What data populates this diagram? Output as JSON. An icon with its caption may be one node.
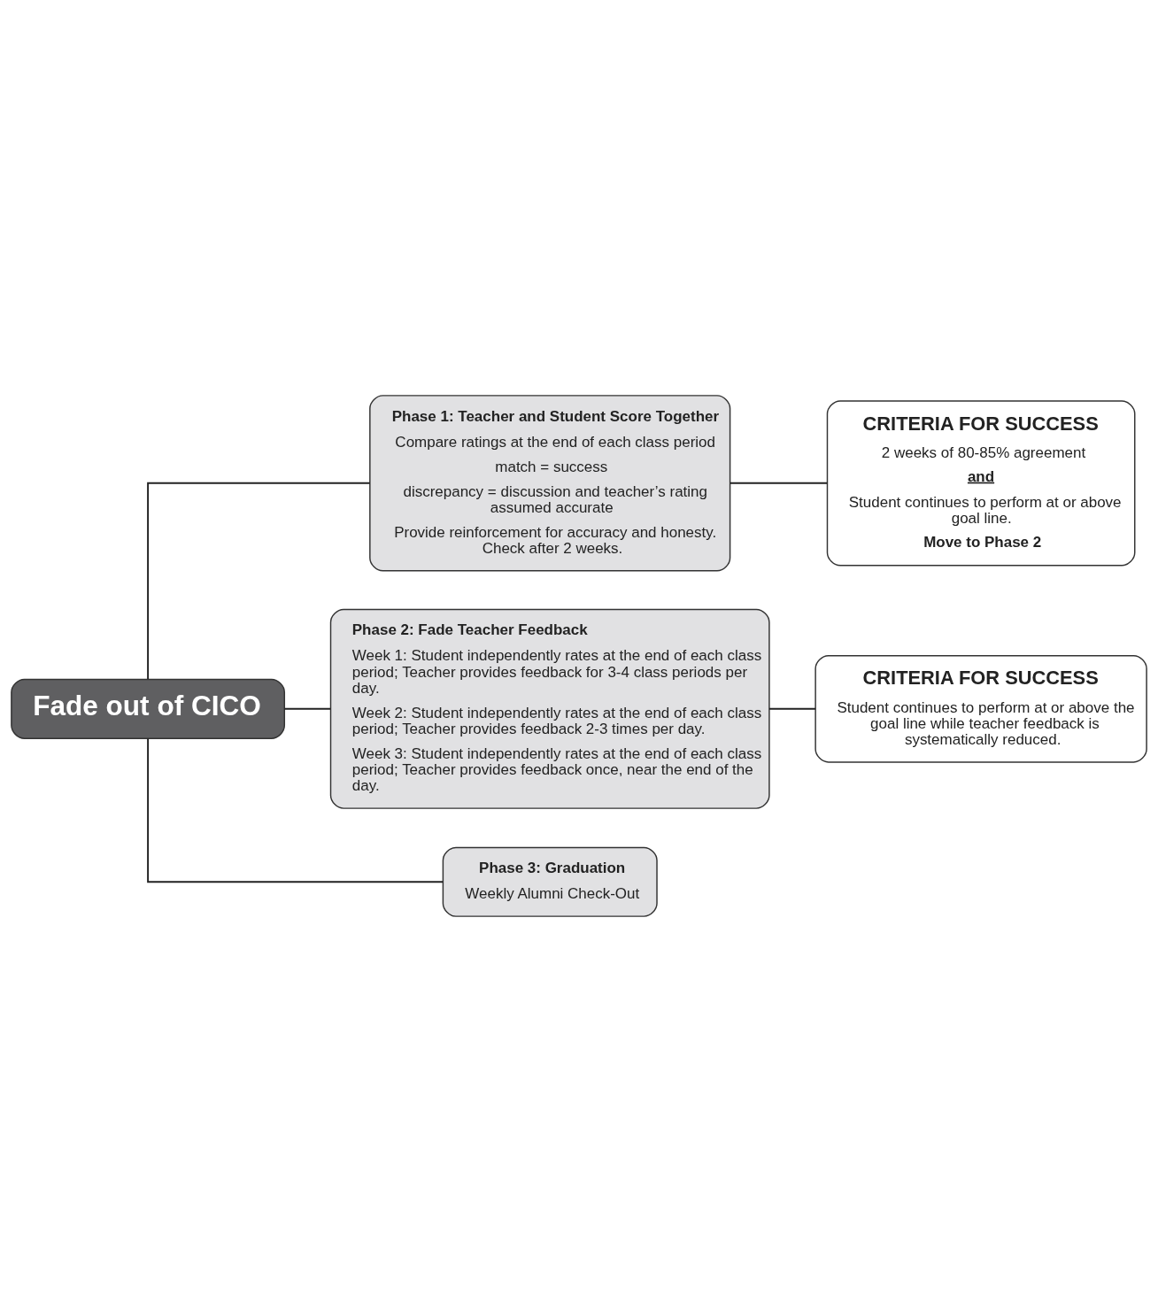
{
  "diagram": {
    "nodes": [
      {
        "text": [
          "Fade out of CICO"
        ]
      },
      {
        "text": [
          "Phase 1: Teacher and Student Score Together",
          "Compare ratings at the end of each class period",
          "match = success",
          "discrepancy = discussion and teacher’s rating assumed accurate",
          "Provide reinforcement for accuracy and honesty. Check after 2 weeks."
        ]
      },
      {
        "text": [
          "CRITERIA FOR SUCCESS",
          "2 weeks of 80-85% agreement",
          "and",
          "Student continues to perform at or above goal line.",
          "Move to Phase 2"
        ]
      },
      {
        "text": [
          "Phase 2: Fade Teacher Feedback",
          "Week 1: Student independently rates at the end of each class period; Teacher provides feedback for 3-4 class periods per day.",
          "Week 2: Student independently rates at the end of each class period; Teacher provides feedback 2-3 times per day.",
          "Week 3: Student independently rates at the end of each class period; Teacher provides feedback once, near the end of the day."
        ]
      },
      {
        "text": [
          "CRITERIA FOR SUCCESS",
          "Student continues to perform at or above the goal line while teacher feedback is systematically reduced."
        ]
      },
      {
        "text": [
          "Phase 3: Graduation",
          "Weekly Alumni Check-Out"
        ]
      }
    ],
    "edges": [
      {
        "from": 0,
        "to": 1,
        "arrow": "none"
      },
      {
        "from": 1,
        "to": 2,
        "arrow": "none"
      },
      {
        "from": 0,
        "to": 3,
        "arrow": "none"
      },
      {
        "from": 3,
        "to": 4,
        "arrow": "none"
      },
      {
        "from": 0,
        "to": 5,
        "arrow": "none"
      }
    ]
  }
}
